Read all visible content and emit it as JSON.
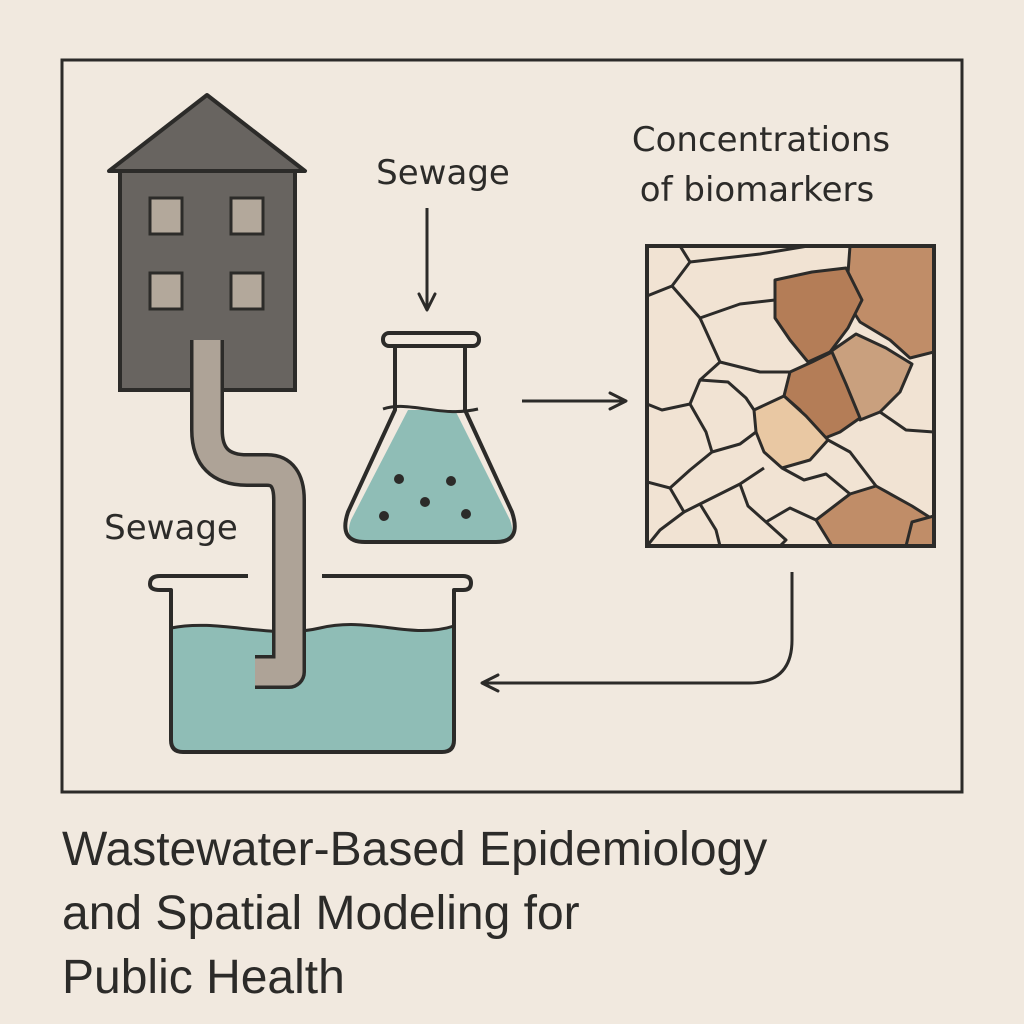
{
  "diagram": {
    "labels": {
      "sewage_top": "Sewage",
      "sewage_left": "Sewage",
      "concentrations_line1": "Concentrations",
      "concentrations_line2": "of biomarkers"
    },
    "colors": {
      "background": "#f1e9df",
      "outline": "#2c2b29",
      "building": "#686460",
      "pipe": "#aea397",
      "water": "#8fbdb6",
      "map_light": "#f1e3d3",
      "map_tan": "#e9c8a3",
      "map_mid": "#c08d68",
      "map_dark": "#b47d57"
    },
    "nodes": [
      {
        "id": "building",
        "icon": "building-icon"
      },
      {
        "id": "sewage-basin",
        "icon": "basin-icon"
      },
      {
        "id": "flask",
        "icon": "erlenmeyer-flask-icon"
      },
      {
        "id": "biomarker-map",
        "icon": "choropleth-map-icon"
      }
    ],
    "edges": [
      {
        "from": "building",
        "to": "sewage-basin",
        "kind": "pipe"
      },
      {
        "from": "sewage-label",
        "to": "flask",
        "kind": "arrow"
      },
      {
        "from": "flask",
        "to": "biomarker-map",
        "kind": "arrow"
      },
      {
        "from": "biomarker-map",
        "to": "sewage-basin",
        "kind": "arrow"
      }
    ]
  },
  "title": {
    "line1": "Wastewater-Based Epidemiology",
    "line2": "and Spatial Modeling for",
    "line3": "Public Health"
  }
}
